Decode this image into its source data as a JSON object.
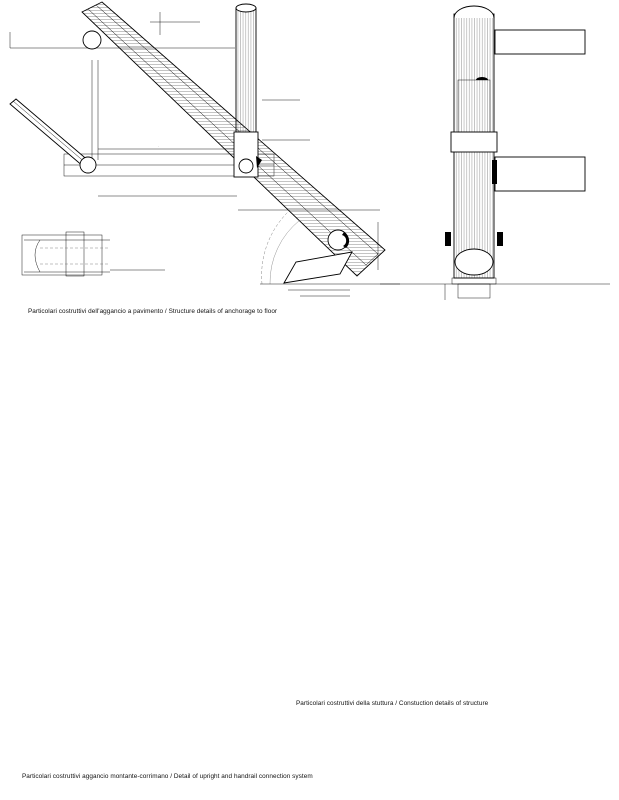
{
  "captions": {
    "floor": "Particolari costruttivi dell'aggancio a pavimento / Structure details of anchorage to floor",
    "structure": "Particolari costruttivi della stuttura / Constuction details of structure",
    "handrail": "Particolari costruttivi aggancio montante-corrimano / Detail of upright and handrail  connection system"
  }
}
